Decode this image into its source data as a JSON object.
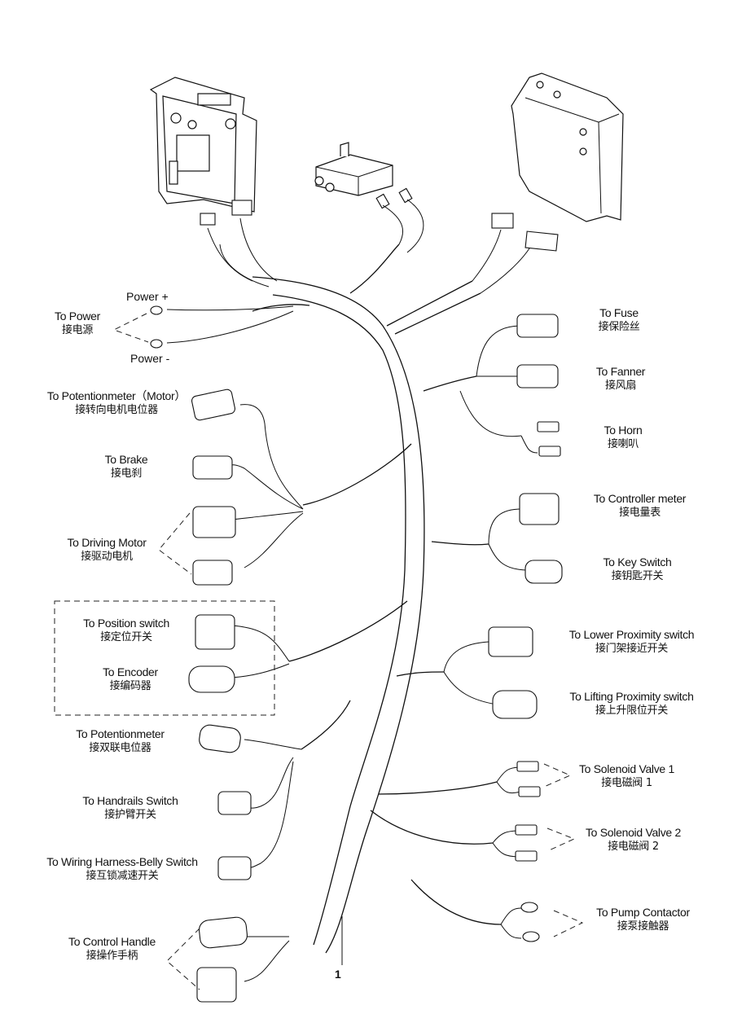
{
  "diagram": {
    "title": "Wiring harness connection diagram",
    "callout_number": "1",
    "power": {
      "plus_label": "Power +",
      "minus_label": "Power -",
      "en": "To Power",
      "zh": "接电源"
    },
    "left_labels": [
      {
        "id": "potentiometer-motor",
        "en": "To Potentionmeter（Motor）",
        "zh": "接转向电机电位器"
      },
      {
        "id": "brake",
        "en": "To  Brake",
        "zh": "接电刹"
      },
      {
        "id": "driving-motor",
        "en": "To Driving Motor",
        "zh": "接驱动电机"
      },
      {
        "id": "position-switch",
        "en": "To Position switch",
        "zh": "接定位开关"
      },
      {
        "id": "encoder",
        "en": "To Encoder",
        "zh": "接编码器"
      },
      {
        "id": "potentiometer",
        "en": "To Potentionmeter",
        "zh": "接双联电位器"
      },
      {
        "id": "handrails-switch",
        "en": "To  Handrails Switch",
        "zh": "接护臂开关"
      },
      {
        "id": "belly-switch",
        "en": "To  Wiring Harness-Belly Switch",
        "zh": "接互锁减速开关"
      },
      {
        "id": "control-handle",
        "en": "To Control Handle",
        "zh": "接操作手柄"
      }
    ],
    "right_labels": [
      {
        "id": "fuse",
        "en": "To  Fuse",
        "zh": "接保险丝"
      },
      {
        "id": "fanner",
        "en": "To  Fanner",
        "zh": "接风扇"
      },
      {
        "id": "horn",
        "en": "To Horn",
        "zh": "接喇叭"
      },
      {
        "id": "controller-meter",
        "en": "To Controller meter",
        "zh": "接电量表"
      },
      {
        "id": "key-switch",
        "en": "To Key Switch",
        "zh": "接钥匙开关"
      },
      {
        "id": "lower-proximity",
        "en": "To  Lower Proximity switch",
        "zh": "接门架接近开关"
      },
      {
        "id": "lifting-proximity",
        "en": "To  Lifting Proximity switch",
        "zh": "接上升限位开关"
      },
      {
        "id": "solenoid-1",
        "en": "To Solenoid Valve 1",
        "zh": "接电磁阀 1"
      },
      {
        "id": "solenoid-2",
        "en": "To Solenoid Valve 2",
        "zh": "接电磁阀 2"
      },
      {
        "id": "pump-contactor",
        "en": "To Pump Contactor",
        "zh": "接泵接触器"
      }
    ]
  }
}
